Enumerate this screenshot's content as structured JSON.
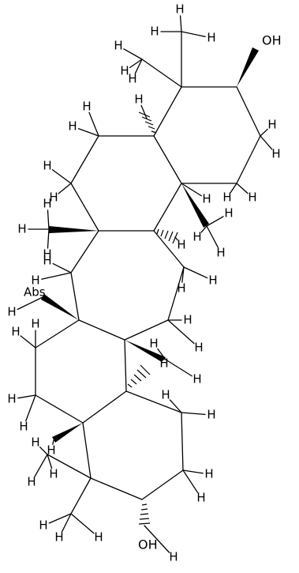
{
  "structure": {
    "hydrogen_label": "H",
    "hydroxyl_labels": [
      "OH",
      "OH"
    ],
    "stereo_label": "Abs"
  }
}
